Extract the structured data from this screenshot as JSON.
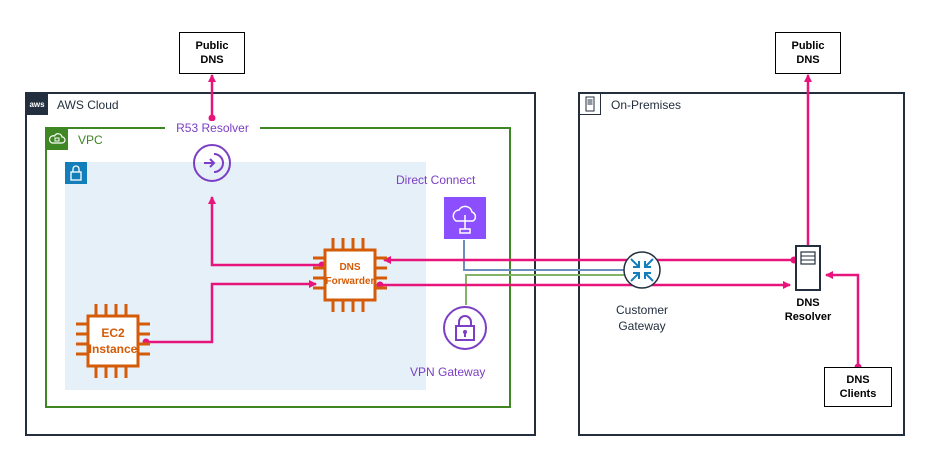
{
  "aws_cloud": {
    "title": "AWS Cloud",
    "badge": "aws"
  },
  "vpc": {
    "title": "VPC"
  },
  "on_premises": {
    "title": "On-Premises"
  },
  "public_dns_left": {
    "line1": "Public",
    "line2": "DNS"
  },
  "public_dns_right": {
    "line1": "Public",
    "line2": "DNS"
  },
  "r53_resolver": {
    "label": "R53 Resolver"
  },
  "direct_connect": {
    "label": "Direct Connect"
  },
  "vpn_gateway": {
    "label": "VPN Gateway"
  },
  "dns_forwarder": {
    "line1": "DNS",
    "line2": "Forwarder"
  },
  "ec2_instance": {
    "line1": "EC2",
    "line2": "Instance"
  },
  "customer_gateway": {
    "line1": "Customer",
    "line2": "Gateway"
  },
  "dns_resolver": {
    "line1": "DNS",
    "line2": "Resolver"
  },
  "dns_clients": {
    "line1": "DNS",
    "line2": "Clients"
  },
  "colors": {
    "aws_border": "#232f3e",
    "vpc_border": "#3f8624",
    "subnet_fill": "#e6f0f8",
    "subnet_icon": "#147eba",
    "connector_pink": "#e7157b",
    "service_purple": "#7b3ec4",
    "compute_orange": "#d45b07",
    "link_blue": "#6c8ebf",
    "link_green": "#82b366"
  }
}
